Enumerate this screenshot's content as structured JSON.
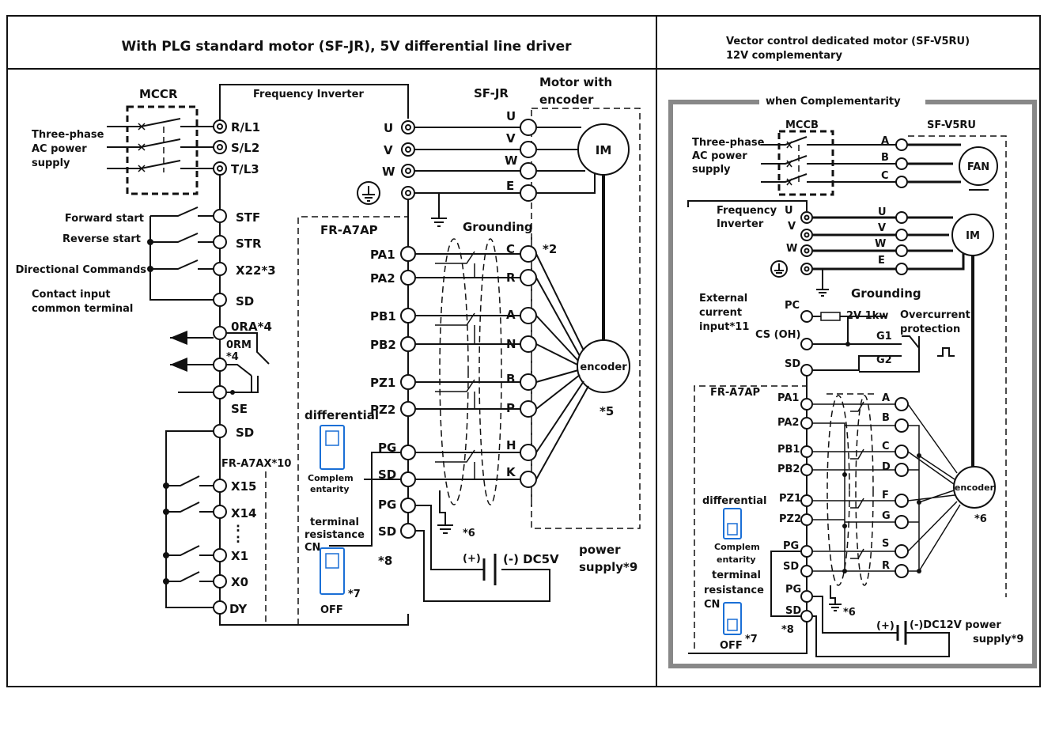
{
  "left": {
    "header": "With PLG standard motor (SF-JR), 5V differential line driver",
    "mccr": "MCCR",
    "power_in": [
      "Three-phase",
      "AC power",
      "supply"
    ],
    "inverter": "Frequency Inverter",
    "sfjr": "SF-JR",
    "motor": [
      "Motor with",
      "encoder"
    ],
    "rst": [
      "R/L1",
      "S/L2",
      "T/L3"
    ],
    "uvwe": [
      "U",
      "V",
      "W",
      "E"
    ],
    "im": "IM",
    "grounding": "Grounding",
    "fra7ap": "FR-A7AP",
    "inputs": {
      "labels": [
        "Forward start",
        "Reverse start",
        "Directional Commands",
        "Contact input",
        "common terminal"
      ],
      "terms": [
        "STF",
        "STR",
        "X22*3",
        "SD"
      ]
    },
    "outputs": [
      "0RA*4",
      "0RM",
      "*4",
      "SE",
      "SD"
    ],
    "fra7ax": "FR-A7AX*10",
    "xterms": [
      "X15",
      "X14",
      ":",
      ":",
      "X1",
      "X0",
      "DY"
    ],
    "enc_terms": [
      "PA1",
      "PA2",
      "PB1",
      "PB2",
      "PZ1",
      "PZ2",
      "PG",
      "SD",
      "PG",
      "SD"
    ],
    "enc_letters": [
      "C",
      "R",
      "A",
      "N",
      "B",
      "P",
      "H",
      "K"
    ],
    "encoder": "encoder",
    "notes": [
      "*2",
      "*5",
      "*6",
      "*7",
      "*8"
    ],
    "switch": [
      "differential",
      "Complem",
      "entarity",
      "terminal",
      "resistance",
      "CN",
      "OFF"
    ],
    "supply": [
      "(+)",
      "(-) DC5V",
      "power",
      "supply*9"
    ]
  },
  "right": {
    "header": [
      "Vector control dedicated motor (SF-V5RU)",
      "12V complementary"
    ],
    "when": "when Complementarity",
    "mccb": "MCCB",
    "sfv5ru": "SF-V5RU",
    "power_in": [
      "Three-phase",
      "AC power",
      "supply"
    ],
    "abc": [
      "A",
      "B",
      "C"
    ],
    "fan": "FAN",
    "inverter": [
      "Frequency",
      "Inverter"
    ],
    "uvwe": [
      "U",
      "V",
      "W",
      "E"
    ],
    "uvw_left": [
      "U",
      "V",
      "W"
    ],
    "im": "IM",
    "grounding": "Grounding",
    "ext": [
      "External",
      "current",
      "input*11"
    ],
    "pc": "PC",
    "cs": "CS (OH)",
    "sd": "SD",
    "resistor": "2V 1kw",
    "overcurrent": [
      "Overcurrent",
      "protection"
    ],
    "g": [
      "G1",
      "G2"
    ],
    "fra7ap": "FR-A7AP",
    "enc_terms": [
      "PA1",
      "PA2",
      "PB1",
      "PB2",
      "PZ1",
      "PZ2",
      "PG",
      "SD",
      "PG",
      "SD"
    ],
    "enc_letters": [
      "A",
      "B",
      "C",
      "D",
      "F",
      "G",
      "S",
      "R"
    ],
    "encoder": "encoder",
    "notes": [
      "*6",
      "*6",
      "*7",
      "*8"
    ],
    "switch": [
      "differential",
      "Complem",
      "entarity",
      "terminal",
      "resistance",
      "CN",
      "OFF"
    ],
    "supply": [
      "(+)",
      "(-)DC12V power",
      "supply*9"
    ]
  },
  "colors": {
    "line": "#111111",
    "switch_accent": "#1a6fd6",
    "frame": "#888888"
  }
}
